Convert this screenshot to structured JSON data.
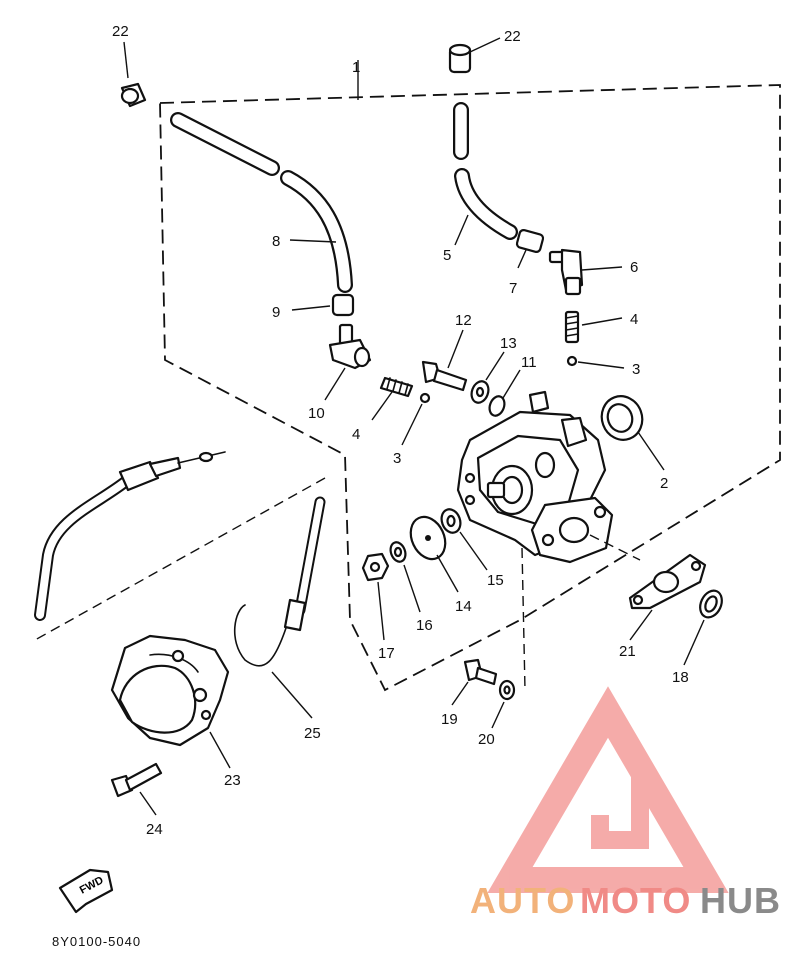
{
  "diagram": {
    "callouts": [
      "1",
      "2",
      "3",
      "3",
      "4",
      "4",
      "5",
      "6",
      "7",
      "8",
      "9",
      "10",
      "11",
      "12",
      "13",
      "14",
      "15",
      "16",
      "17",
      "18",
      "19",
      "20",
      "21",
      "22",
      "22",
      "23",
      "24",
      "25"
    ],
    "drawing_code": "8Y0100-5040",
    "fwd_label": "FWD",
    "watermark": {
      "part1": "AUTO",
      "part2": "MOTO",
      "part3": "HUB",
      "color_orange": "#f2b27a",
      "color_red": "#f08a86",
      "color_gray": "#8a8a8a"
    }
  }
}
